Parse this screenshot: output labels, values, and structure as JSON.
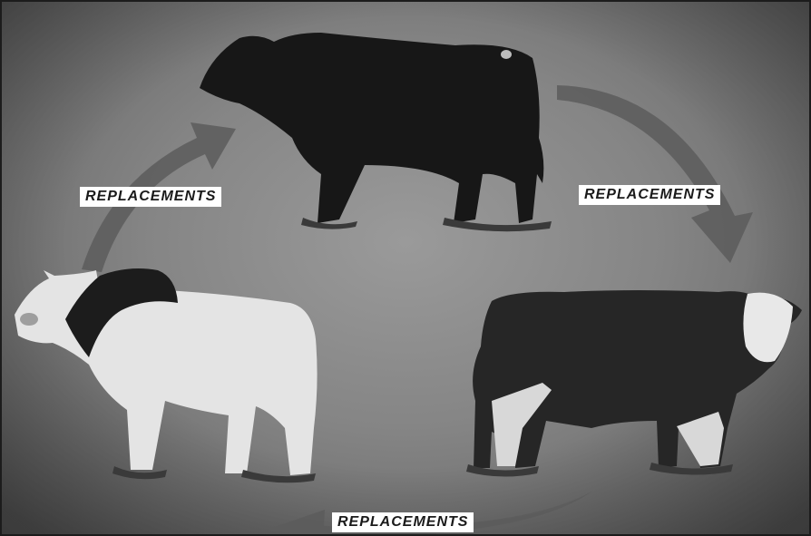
{
  "diagram": {
    "labels": {
      "top_left": "REPLACEMENTS",
      "top_right": "REPLACEMENTS",
      "bottom": "REPLACEMENTS"
    },
    "nodes": [
      {
        "id": "black-bull",
        "description_icon": "black-bull-image"
      },
      {
        "id": "white-bull",
        "description_icon": "white-bull-image"
      },
      {
        "id": "hereford-bull",
        "description_icon": "hereford-bull-image"
      }
    ],
    "colors": {
      "background": "#858585",
      "arrow": "#5c5c5c",
      "label_bg": "#ffffff",
      "label_text": "#1a1a1a"
    }
  }
}
